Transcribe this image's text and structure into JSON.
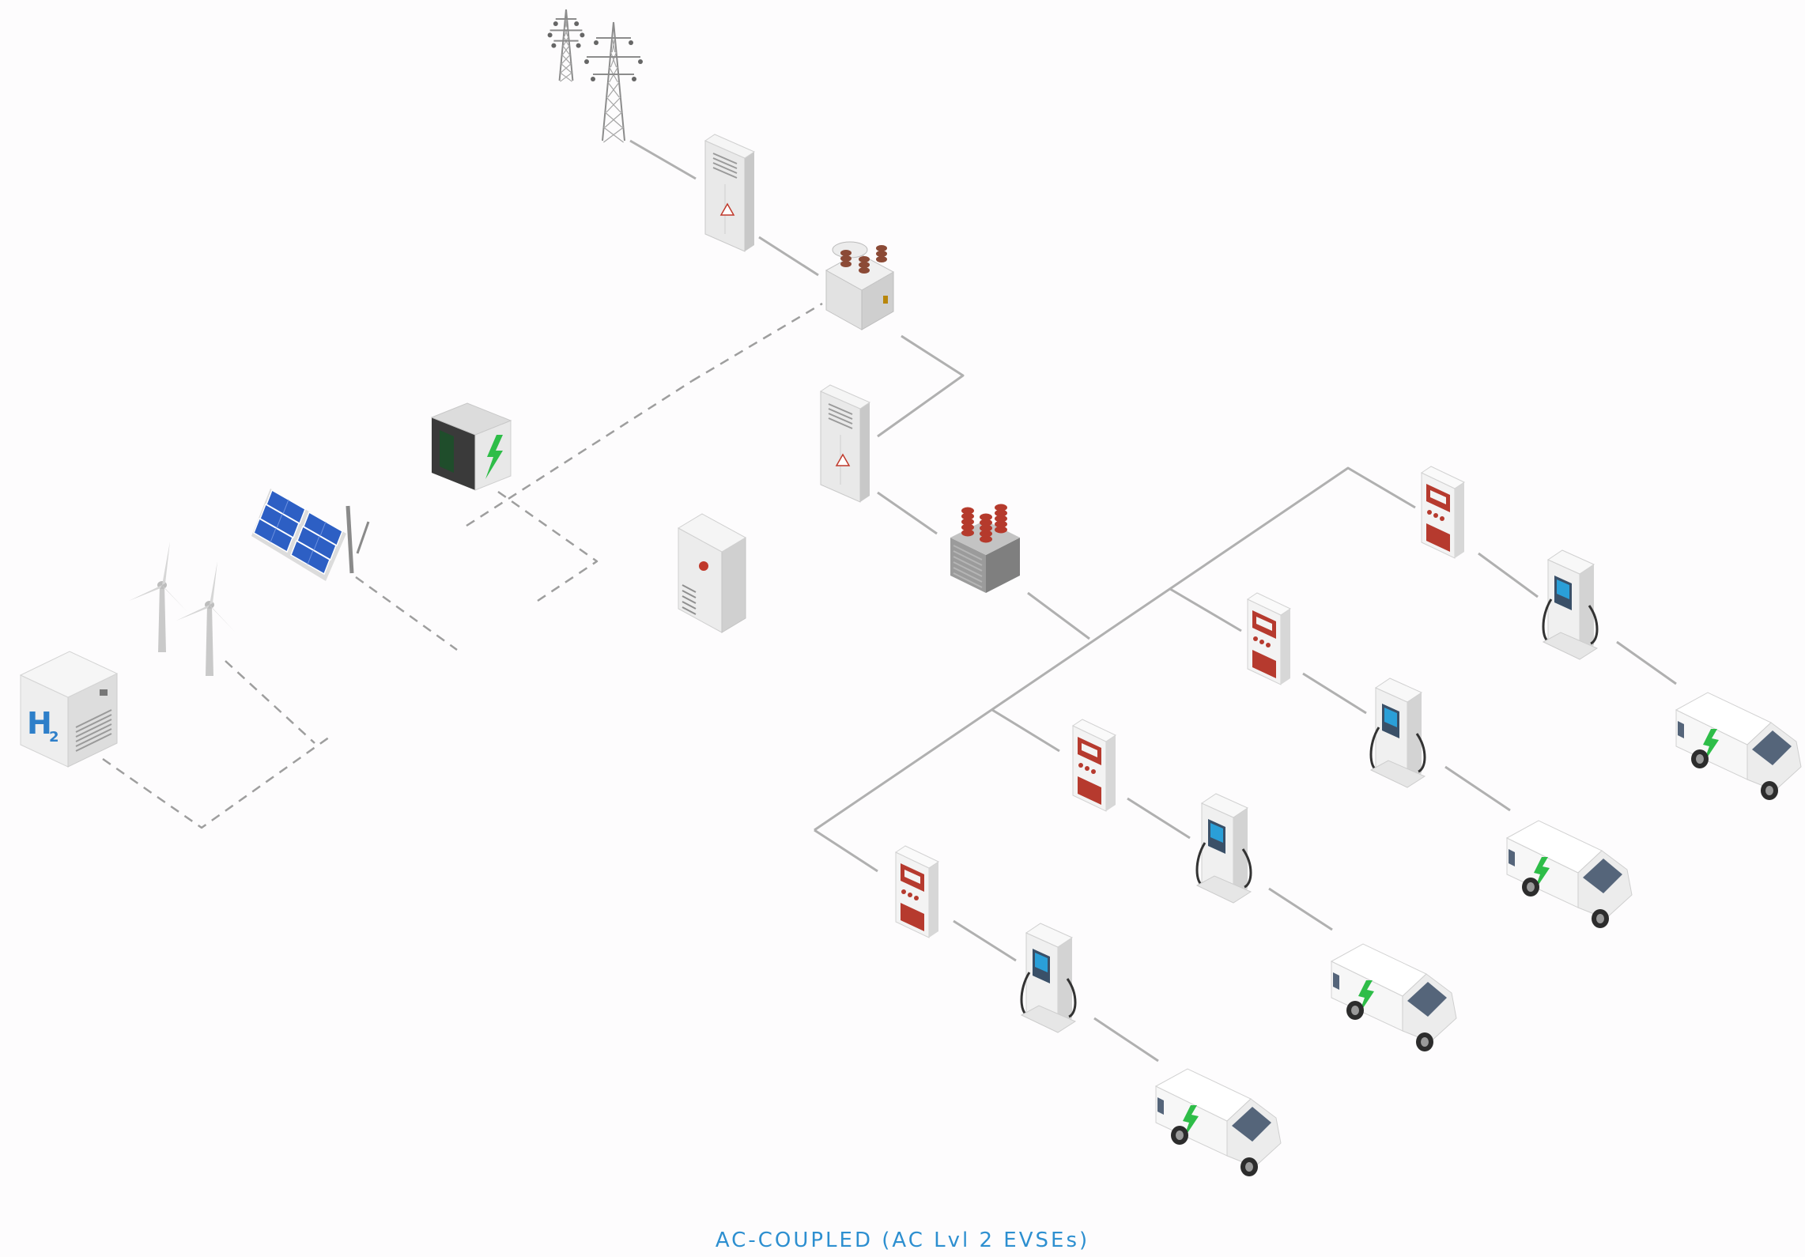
{
  "caption": "AC-COUPLED (AC Lvl 2 EVSEs)",
  "diagram": {
    "nodes": [
      {
        "id": "transmission-towers",
        "kind": "tower",
        "icon": "transmission-tower-icon"
      },
      {
        "id": "utility-cabinet",
        "kind": "cabinet",
        "icon": "utility-cabinet-icon"
      },
      {
        "id": "utility-transformer",
        "kind": "transformer",
        "icon": "transformer-icon"
      },
      {
        "id": "site-switchgear",
        "kind": "cabinet",
        "icon": "switchgear-cabinet-icon"
      },
      {
        "id": "battery-storage",
        "kind": "battery",
        "icon": "battery-container-icon"
      },
      {
        "id": "solar-panels",
        "kind": "solar",
        "icon": "solar-panel-icon"
      },
      {
        "id": "wind-turbines",
        "kind": "wind",
        "icon": "wind-turbine-icon"
      },
      {
        "id": "hydrogen-fuel-cell",
        "kind": "h2",
        "icon": "hydrogen-fuel-cell-icon",
        "label": "H2"
      },
      {
        "id": "inverter",
        "kind": "inverter",
        "icon": "inverter-icon"
      },
      {
        "id": "step-down-transformer",
        "kind": "transformer-red",
        "icon": "step-down-transformer-icon"
      },
      {
        "id": "ac-panel-1",
        "kind": "acpanel",
        "icon": "ac-panel-icon"
      },
      {
        "id": "ac-panel-2",
        "kind": "acpanel",
        "icon": "ac-panel-icon"
      },
      {
        "id": "ac-panel-3",
        "kind": "acpanel",
        "icon": "ac-panel-icon"
      },
      {
        "id": "ac-panel-4",
        "kind": "acpanel",
        "icon": "ac-panel-icon"
      },
      {
        "id": "evse-1",
        "kind": "evse",
        "icon": "ev-charger-icon"
      },
      {
        "id": "evse-2",
        "kind": "evse",
        "icon": "ev-charger-icon"
      },
      {
        "id": "evse-3",
        "kind": "evse",
        "icon": "ev-charger-icon"
      },
      {
        "id": "evse-4",
        "kind": "evse",
        "icon": "ev-charger-icon"
      },
      {
        "id": "van-1",
        "kind": "van",
        "icon": "electric-van-icon"
      },
      {
        "id": "van-2",
        "kind": "van",
        "icon": "electric-van-icon"
      },
      {
        "id": "van-3",
        "kind": "van",
        "icon": "electric-van-icon"
      },
      {
        "id": "van-4",
        "kind": "van",
        "icon": "electric-van-icon"
      }
    ],
    "colors": {
      "ac_line": "#b0b0b0",
      "dc_line": "#9e9e9e",
      "accent_green": "#2ebd48",
      "panel_red": "#b63a2e",
      "solar_blue": "#2d5fc4",
      "caption": "#2d8fd0",
      "h2_blue": "#2e7fc9"
    }
  }
}
